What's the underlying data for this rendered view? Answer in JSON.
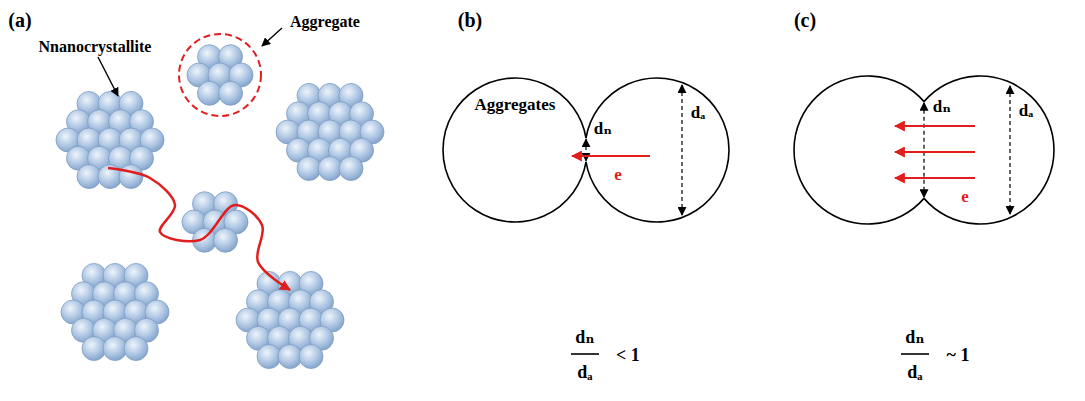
{
  "diagram": {
    "nodes": [
      {
        "text": [
          "Aggregates"
        ]
      }
    ],
    "labels": [
      "(a)",
      "Aggregate",
      "Nnanocrystallite",
      "(b)",
      "dₙ",
      "dₐ",
      "e",
      "(c)",
      "dₙ",
      "dₐ",
      "e",
      "dₙ",
      "dₐ",
      "< 1",
      "dₙ",
      "dₐ",
      "~ 1"
    ]
  }
}
